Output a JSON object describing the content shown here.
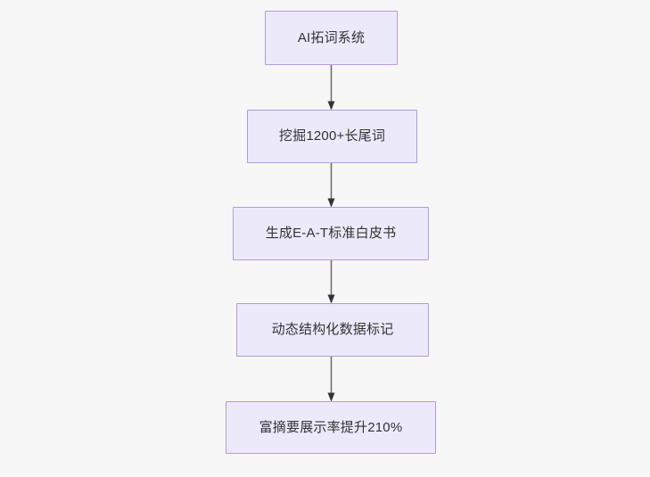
{
  "diagram": {
    "type": "flowchart",
    "direction": "top-to-bottom",
    "background_color": "#f7f7f7",
    "node_fill_color": "#ece9fb",
    "node_border_color": "#b49ae0",
    "node_text_color": "#333333",
    "edge_color": "#707070",
    "arrowhead_color": "#333333",
    "nodes": [
      {
        "id": "n1",
        "label": "AI拓词系统"
      },
      {
        "id": "n2",
        "label": "挖掘1200+长尾词"
      },
      {
        "id": "n3",
        "label": "生成E-A-T标准白皮书"
      },
      {
        "id": "n4",
        "label": "动态结构化数据标记"
      },
      {
        "id": "n5",
        "label": "富摘要展示率提升210%"
      }
    ],
    "edges": [
      {
        "from": "n1",
        "to": "n2",
        "label": ""
      },
      {
        "from": "n2",
        "to": "n3",
        "label": ""
      },
      {
        "from": "n3",
        "to": "n4",
        "label": ""
      },
      {
        "from": "n4",
        "to": "n5",
        "label": ""
      }
    ]
  }
}
